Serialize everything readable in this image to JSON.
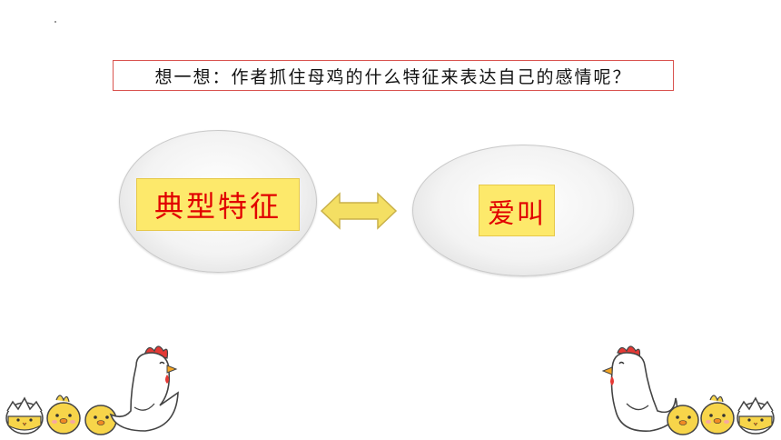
{
  "question": {
    "text": "想一想：作者抓住母鸡的什么特征来表达自己的感情呢？"
  },
  "left_oval": {
    "label": "典型特征"
  },
  "right_oval": {
    "label": "爱叫"
  },
  "colors": {
    "label_fill": "#fde96b",
    "label_text": "#e10000",
    "arrow_fill": "#f4df63",
    "question_border": "#d9534f"
  },
  "icons": [
    "double-arrow-icon",
    "hen-icon",
    "chick-icon",
    "hatching-egg-icon"
  ]
}
